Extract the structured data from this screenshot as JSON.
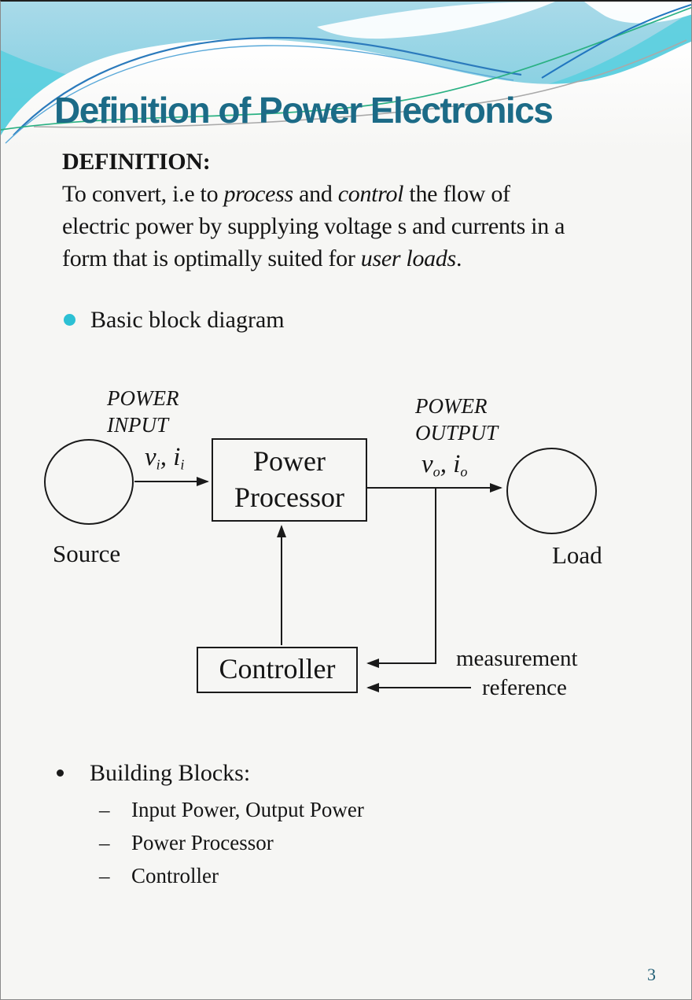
{
  "slide": {
    "title": "Definition of Power Electronics",
    "page_number": "3"
  },
  "definition": {
    "heading": "DEFINITION:",
    "segments": [
      {
        "text": "To convert, i.e  to "
      },
      {
        "text": "process",
        "italic": true
      },
      {
        "text": " and "
      },
      {
        "text": "control",
        "italic": true
      },
      {
        "text": " the flow of",
        "break_after": true
      },
      {
        "text": "electric power by supplying voltage s and currents in a",
        "break_after": true
      },
      {
        "text": "form that is optimally suited for "
      },
      {
        "text": "user loads",
        "italic": true
      },
      {
        "text": "."
      }
    ]
  },
  "bullet_basic": {
    "label": "Basic block diagram"
  },
  "diagram": {
    "power_input": {
      "line1": "POWER",
      "line2": "INPUT"
    },
    "power_output": {
      "line1": "POWER",
      "line2": "OUTPUT"
    },
    "input_signal": {
      "v": "v",
      "v_sub": "i",
      "sep": ", ",
      "i": "i",
      "i_sub": "i"
    },
    "output_signal": {
      "v": "v",
      "v_sub": "o",
      "sep": ", ",
      "i": "i",
      "i_sub": "o"
    },
    "source_label": "Source",
    "load_label": "Load",
    "processor": {
      "line1": "Power",
      "line2": "Processor"
    },
    "controller_label": "Controller",
    "measurement_label": "measurement",
    "reference_label": "reference"
  },
  "building_blocks": {
    "heading": "Building Blocks:",
    "dash": "–",
    "items": [
      "Input Power, Output Power",
      "Power Processor",
      "Controller"
    ]
  },
  "colors": {
    "title_teal": "#1c6b87",
    "header_light_blue": "#a9dae9",
    "header_turquoise": "#5ecfdf",
    "accent_blue_line": "#2b7abc",
    "accent_green_line": "#2ab183",
    "accent_gray_line": "#a9a9a9",
    "bullet_cyan": "#2cc0d4",
    "diagram_ink": "#1a1a1a",
    "page_number_teal": "#1f5d74"
  }
}
